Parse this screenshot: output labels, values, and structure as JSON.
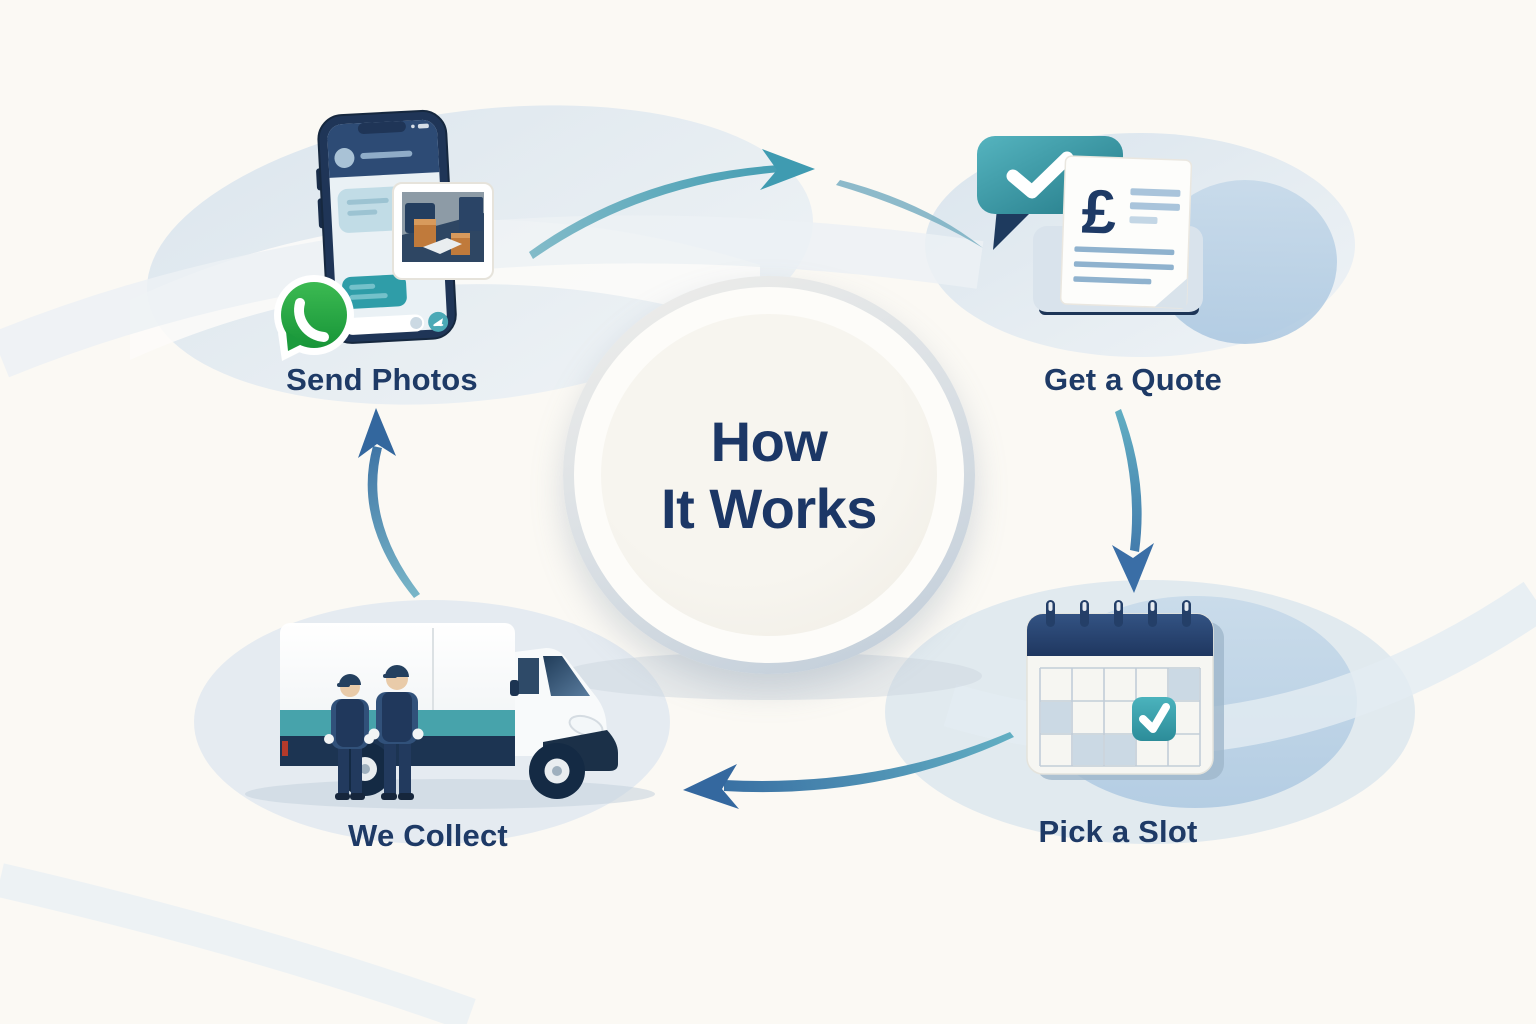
{
  "title": {
    "line1": "How",
    "line2": "It Works"
  },
  "steps": {
    "send_photos": {
      "label": "Send Photos"
    },
    "get_a_quote": {
      "label": "Get a Quote",
      "currency_symbol": "£"
    },
    "pick_a_slot": {
      "label": "Pick a Slot"
    },
    "we_collect": {
      "label": "We Collect"
    }
  },
  "icons": {
    "whatsapp": "whatsapp-icon",
    "send": "send-icon",
    "quote_check": "check-bubble-icon",
    "pound": "pound-icon",
    "calendar_check": "calendar-check-icon",
    "flow_arrows": [
      "arrow-top",
      "arrow-right",
      "arrow-bottom",
      "arrow-left"
    ]
  },
  "colors": {
    "background": "#FBF9F4",
    "label_text": "#1E3A66",
    "title_text": "#1C3766",
    "navy": "#1D3557",
    "teal": "#3D9DA9",
    "arrow_teal": "#4FA3B6",
    "arrow_blue": "#3A6FA4",
    "whatsapp_green": "#23A33F",
    "blob_blue": "#BED4E8"
  }
}
